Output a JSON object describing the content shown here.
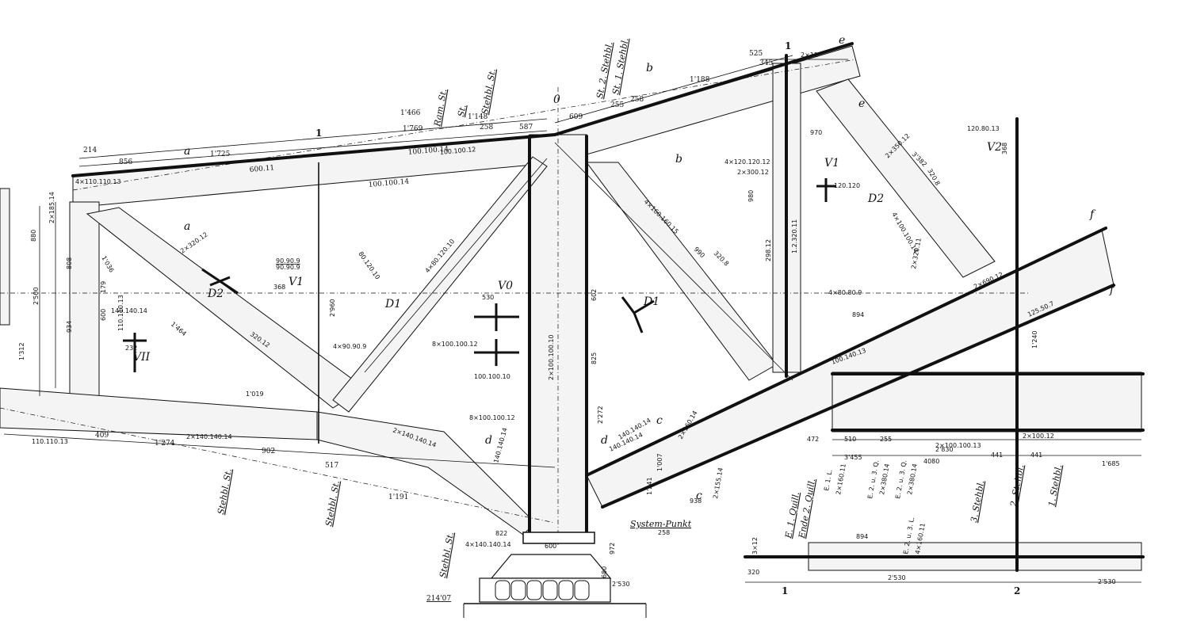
{
  "sections": {
    "a": "a",
    "b": "b",
    "c": "c",
    "d": "d",
    "e": "e",
    "f": "f",
    "zero": "0"
  },
  "axes": {
    "one": "1",
    "two": "2"
  },
  "stiffeners": {
    "ram": "Ram. St.",
    "st": "St.",
    "stehbl": "Stehbl. St.",
    "st2": "St. 2. Stehbl.",
    "st1": "St. 1. Stehbl.",
    "stehbl_low1": "Stehbl. St.",
    "stehbl_low2": "Stehbl. St.",
    "stehbl_low3": "Stehbl. St.",
    "stehbl_r1": "3. Stehbl.",
    "stehbl_r2": "2. Stehbl.",
    "stehbl_r3": "1. Stehbl.",
    "ende": "Ende 2. Quill.",
    "e1q": "E. 1. Quill.",
    "e1l": "E. 1. L.",
    "e2q": "E. 2. u. 3. Q.",
    "e3q": "E. 2. u. 3. Q.",
    "e23": "E. 2. u. 3. L."
  },
  "system_point": "System-Punkt",
  "elevation": "214'07",
  "greek": {
    "d2": "D2",
    "v0": "V0",
    "d1": "D1",
    "v1": "V1",
    "vI": "V1",
    "d1b": "D1",
    "v2": "V2",
    "vII": "VII",
    "d2b": "D2"
  },
  "profiles": {
    "p1": "100.100.14",
    "p2": "100.100.14",
    "p3": "2×320.12",
    "p4": "600.11",
    "p5": "4×110.110.13",
    "p6": "2×185.14",
    "p7": "140.140.14",
    "p8": "110.110.13",
    "p9": "320.12",
    "p10": "2×140.140.14",
    "p11": "110.110.13",
    "p12": "90.90.9",
    "p13": "4×90.90.9",
    "p14": "80.120.10",
    "p15": "4×80.120.10",
    "p16": "8×100.100.12",
    "p17": "100.100.10",
    "p18": "8×100.100.12",
    "p19": "2×100.100.10",
    "p20": "140.140.14",
    "p21": "4×140.140.14",
    "p22": "140.140.14",
    "p23": "2×140.140.14",
    "p24": "4×160.160.15",
    "p25": "320.8",
    "p26": "4×120.120.12",
    "p27": "2×300.12",
    "p28": "120.120",
    "p29": "4×100.100.14",
    "p30": "2×350.12",
    "p31": "320.8",
    "p32": "120.80.13",
    "p33": "2×320.11",
    "p34": "4×80.80.9",
    "p35": "2×690.12",
    "p36": "100.140.13",
    "p37": "125.50.7",
    "p38": "2×100.100.13",
    "p39": "2×100.12",
    "p40": "2×160.11",
    "p41": "2×380.14",
    "p42": "2×380.14",
    "p43": "4×160.11",
    "p44": "3×12",
    "p45": "2×155.14",
    "p46": "1.2.320.11",
    "p47": "2×160.14",
    "p48": "140.140.14",
    "p49": "2×11",
    "p50": "100.100.12"
  },
  "dims": {
    "d1": "1'466",
    "d2": "1'769",
    "d3": "1'148",
    "d4": "258",
    "d5": "587",
    "d6": "609",
    "d7": "255",
    "d8": "258",
    "d9": "1'188",
    "d10": "525",
    "d11": "345",
    "d12": "856",
    "d13": "1'725",
    "d14": "214",
    "d15": "808",
    "d16": "1'036",
    "d17": "1'464",
    "d18": "600",
    "d19": "179",
    "d20": "934",
    "d21": "1'312",
    "d22": "2'500",
    "d23": "880",
    "d24": "409",
    "d25": "1'274",
    "d26": "902",
    "d27": "517",
    "d28": "1'019",
    "d29": "1'191",
    "d30": "822",
    "d31": "600",
    "d32": "2'530",
    "d33": "1'241",
    "d34": "258",
    "d35": "972",
    "d36": "680",
    "d37": "2'272",
    "d38": "825",
    "d39": "602",
    "d40": "990",
    "d41": "3'382",
    "d42": "980",
    "d43": "2'960",
    "d44": "368",
    "d45": "232",
    "d46": "472",
    "d47": "510",
    "d48": "255",
    "d49": "2'830",
    "d50": "441",
    "d51": "441",
    "d52": "1'685",
    "d53": "3'455",
    "d54": "4080",
    "d55": "894",
    "d56": "2'530",
    "d57": "2'530",
    "d58": "320",
    "d59": "1'240",
    "d60": "894",
    "d61": "970",
    "d62": "1'007",
    "d63": "938",
    "d64": "298.12",
    "d65": "368",
    "d66": "530",
    "d67": "90.90.9"
  }
}
